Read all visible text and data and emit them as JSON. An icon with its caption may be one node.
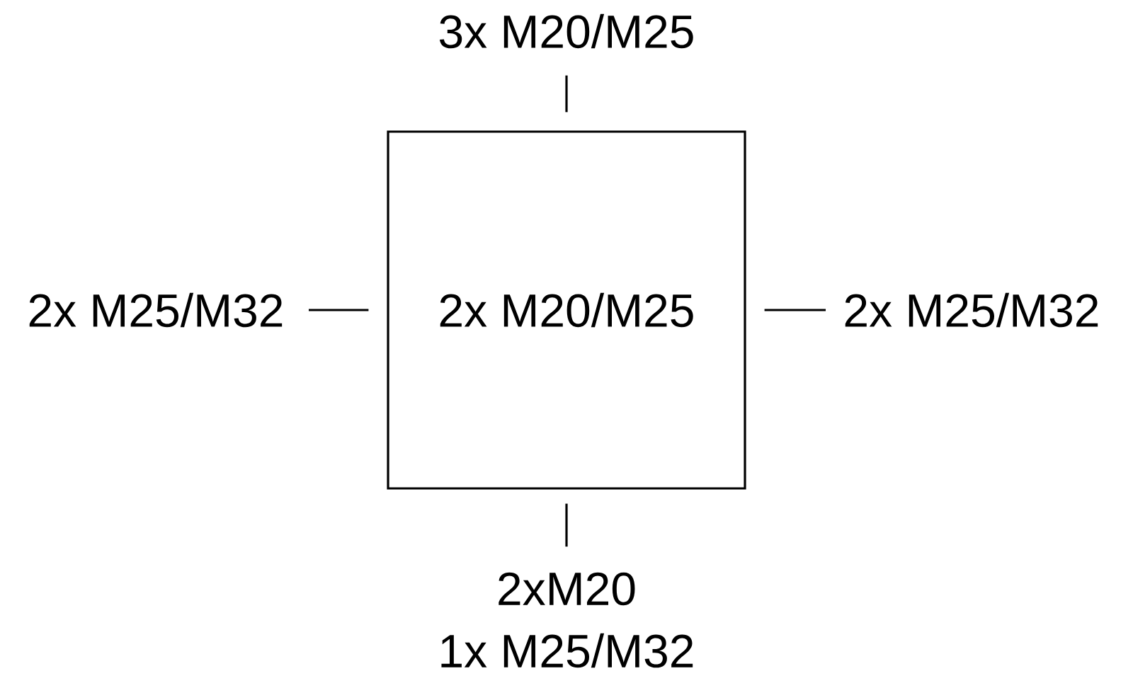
{
  "diagram": {
    "nodes": [
      {
        "text": [
          "2x M20/M25"
        ]
      },
      {
        "text": [
          "3x M20/M25"
        ]
      },
      {
        "text": [
          "2x M25/M32"
        ]
      },
      {
        "text": [
          "2x M25/M32"
        ]
      },
      {
        "text": [
          "2xM20",
          "1x M25/M32"
        ]
      }
    ],
    "edges": [
      {
        "from": 1,
        "to": 0,
        "arrow": "none"
      },
      {
        "from": 2,
        "to": 0,
        "arrow": "none"
      },
      {
        "from": 3,
        "to": 0,
        "arrow": "none"
      },
      {
        "from": 4,
        "to": 0,
        "arrow": "none"
      }
    ]
  }
}
